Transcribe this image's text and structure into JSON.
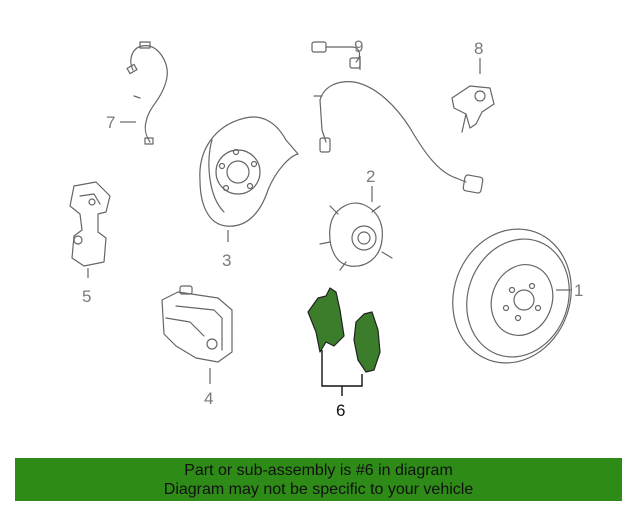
{
  "diagram": {
    "callouts": [
      "1",
      "2",
      "3",
      "4",
      "5",
      "6",
      "7",
      "8",
      "9"
    ],
    "highlight_color": "#3b7d2a",
    "banner_color": "#2e8b17"
  },
  "banner": {
    "line1": "Part or sub-assembly is #6 in diagram",
    "line2": "Diagram may not be specific to your vehicle"
  }
}
